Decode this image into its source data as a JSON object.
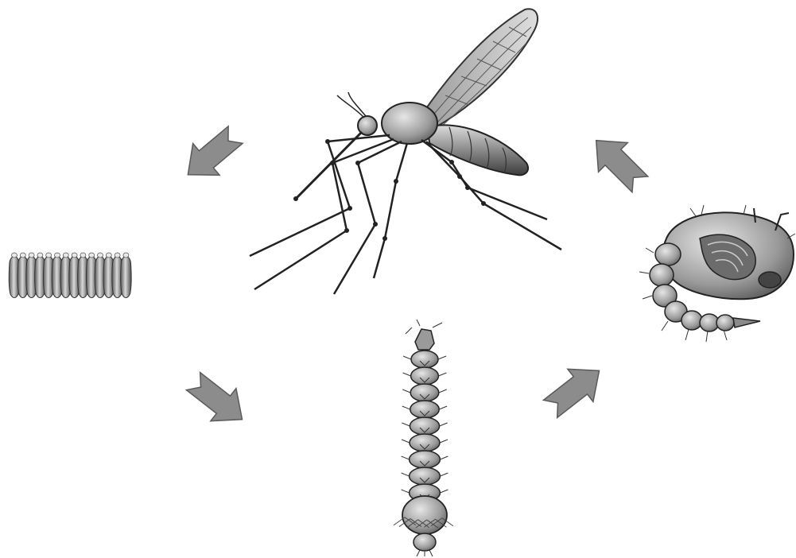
{
  "diagram": {
    "type": "life-cycle",
    "subject": "mosquito",
    "stages": [
      {
        "id": "adult",
        "icon": "adult-mosquito-icon"
      },
      {
        "id": "eggs",
        "icon": "egg-raft-icon"
      },
      {
        "id": "larva",
        "icon": "larva-icon"
      },
      {
        "id": "pupa",
        "icon": "pupa-icon"
      }
    ],
    "arrows": [
      {
        "from": "adult",
        "to": "eggs"
      },
      {
        "from": "eggs",
        "to": "larva"
      },
      {
        "from": "larva",
        "to": "pupa"
      },
      {
        "from": "pupa",
        "to": "adult"
      }
    ],
    "colors": {
      "background": "#ffffff",
      "arrow_fill": "#8c8c8c",
      "arrow_stroke": "#5a5a5a",
      "body_dark": "#4a4a4a",
      "body_mid": "#8a8a8a",
      "body_light": "#c8c8c8",
      "outline": "#222222"
    }
  }
}
